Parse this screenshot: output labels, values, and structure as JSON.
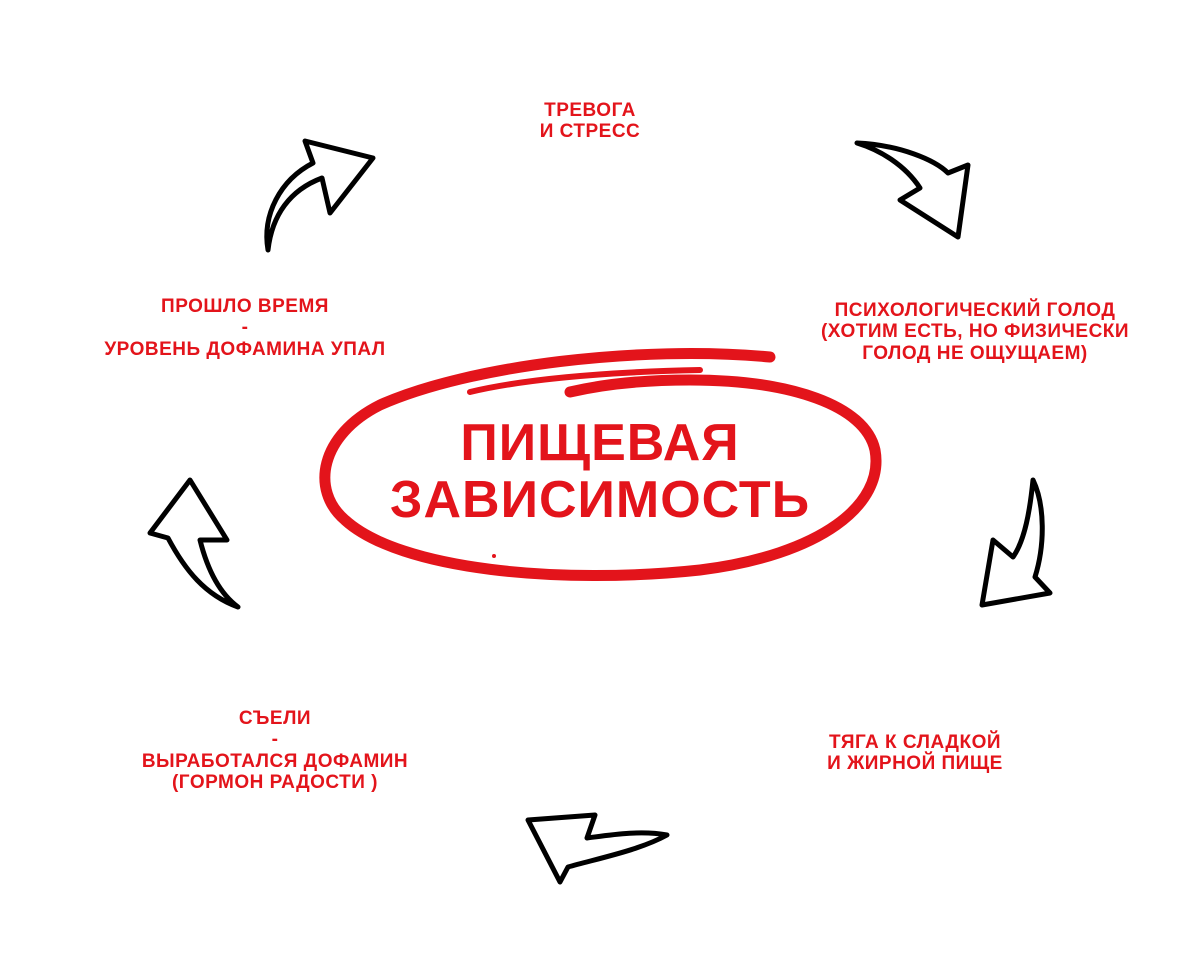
{
  "diagram": {
    "title": "ПИЩЕВАЯ\nЗАВИСИМОСТЬ",
    "accent_color": "#e3141b",
    "arrow_color": "#000000",
    "nodes": [
      {
        "text": "ТРЕВОГА\nИ СТРЕСС"
      },
      {
        "text": "ПСИХОЛОГИЧЕСКИЙ ГОЛОД\n(ХОТИМ ЕСТЬ, НО ФИЗИЧЕСКИ\nГОЛОД НЕ ОЩУЩАЕМ)"
      },
      {
        "text": "ТЯГА К СЛАДКОЙ\nИ ЖИРНОЙ ПИЩЕ"
      },
      {
        "text": "СЪЕЛИ\n-\nВЫРАБОТАЛСЯ ДОФАМИН\n(ГОРМОН РАДОСТИ )"
      },
      {
        "text": "ПРОШЛО ВРЕМЯ\n-\nУРОВЕНЬ ДОФАМИНА УПАЛ"
      }
    ],
    "arrows": [
      {
        "from": "ПРОШЛО ВРЕМЯ",
        "to": "ТРЕВОГА И СТРЕСС",
        "icon": "curved-arrow-up-right"
      },
      {
        "from": "ТРЕВОГА И СТРЕСС",
        "to": "ПСИХОЛОГИЧЕСКИЙ ГОЛОД",
        "icon": "curved-arrow-down-right"
      },
      {
        "from": "ПСИХОЛОГИЧЕСКИЙ ГОЛОД",
        "to": "ТЯГА К СЛАДКОЙ",
        "icon": "curved-arrow-down"
      },
      {
        "from": "ТЯГА К СЛАДКОЙ",
        "to": "СЪЕЛИ",
        "icon": "curved-arrow-left"
      },
      {
        "from": "СЪЕЛИ",
        "to": "ПРОШЛО ВРЕМЯ",
        "icon": "curved-arrow-up"
      }
    ]
  }
}
